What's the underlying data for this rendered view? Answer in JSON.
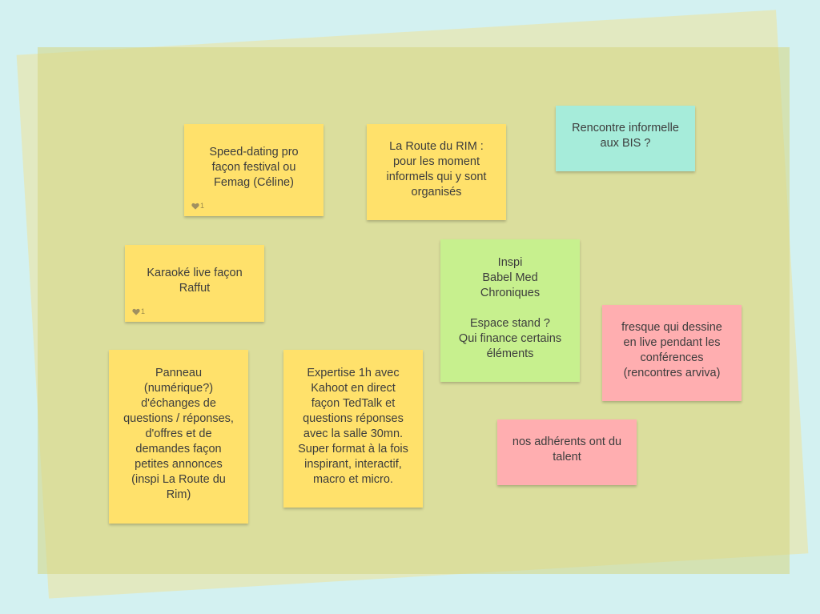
{
  "board": {
    "notes": [
      {
        "id": "speed-dating",
        "text": "Speed-dating pro\nfaçon festival ou\nFemag (Céline)",
        "color": "#ffe16b",
        "likes": "1"
      },
      {
        "id": "route-du-rim",
        "text": "La Route du RIM :\npour les moment\ninformels qui y sont\norganisés",
        "color": "#ffe16b"
      },
      {
        "id": "rencontre-bis",
        "text": "Rencontre informelle\naux BIS ?",
        "color": "#a6ecda"
      },
      {
        "id": "karaoke",
        "text": "Karaoké live façon\nRaffut",
        "color": "#ffe16b",
        "likes": "1"
      },
      {
        "id": "inspi-babel-med",
        "text": "Inspi\nBabel Med\nChroniques\n\nEspace stand ?\nQui finance certains\néléments",
        "color": "#c7f08e"
      },
      {
        "id": "fresque",
        "text": "fresque qui dessine\nen live pendant les\nconférences\n(rencontres arviva)",
        "color": "#ffaeb0"
      },
      {
        "id": "panneau",
        "text": "Panneau\n(numérique?)\nd'échanges de\nquestions / réponses,\nd'offres et de\ndemandes façon\npetites annonces\n(inspi La Route du\nRim)",
        "color": "#ffe16b"
      },
      {
        "id": "expertise",
        "text": "Expertise 1h avec\nKahoot en direct\nfaçon TedTalk et\nquestions réponses\navec la salle 30mn.\nSuper format à la fois\ninspirant, interactif,\nmacro et micro.",
        "color": "#ffe16b"
      },
      {
        "id": "adherents",
        "text": "nos adhérents ont du\ntalent",
        "color": "#ffaeb0"
      }
    ]
  }
}
